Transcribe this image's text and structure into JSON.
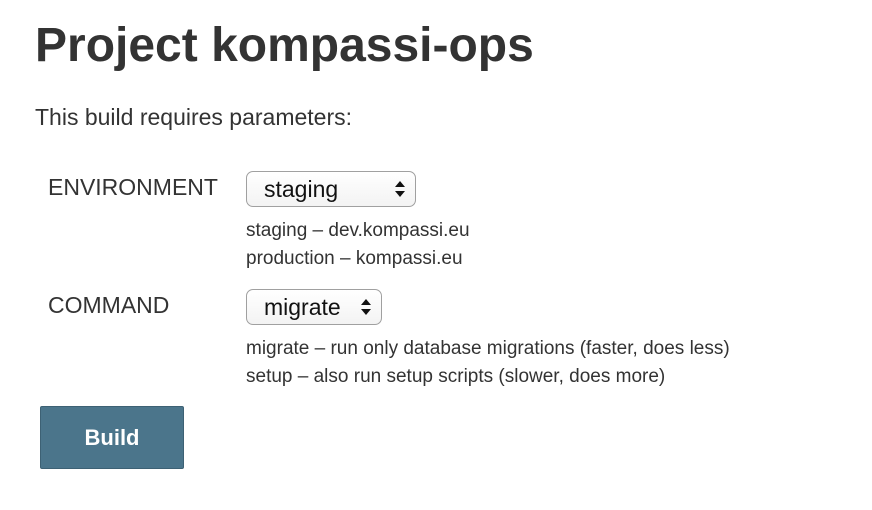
{
  "page": {
    "title": "Project kompassi-ops",
    "intro": "This build requires parameters:"
  },
  "parameters": [
    {
      "name": "ENVIRONMENT",
      "selected": "staging",
      "description": [
        "staging – dev.kompassi.eu",
        "production – kompassi.eu"
      ]
    },
    {
      "name": "COMMAND",
      "selected": "migrate",
      "description": [
        "migrate – run only database migrations (faster, does less)",
        "setup – also run setup scripts (slower, does more)"
      ]
    }
  ],
  "actions": {
    "build_label": "Build"
  },
  "colors": {
    "build_button": "#4b758b",
    "text": "#333333"
  }
}
